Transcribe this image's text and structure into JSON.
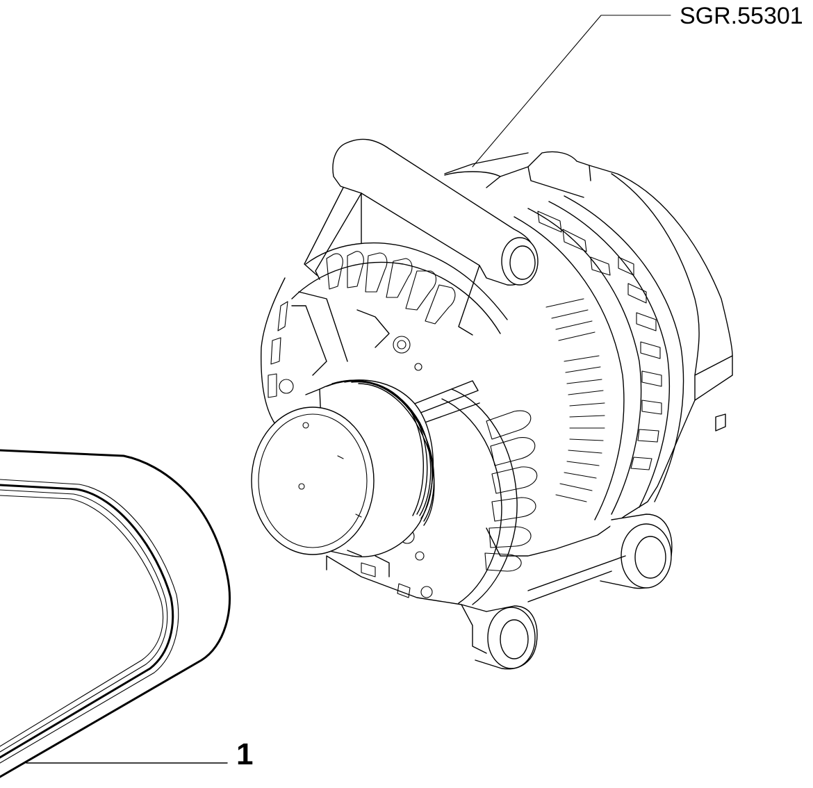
{
  "reference_code": "SGR.55301",
  "callouts": [
    {
      "number": "1",
      "part": "belt"
    }
  ],
  "icons": {
    "alternator": "alternator-drawing",
    "belt": "poly-v-belt-drawing"
  },
  "colors": {
    "line": "#000000",
    "background": "#ffffff"
  }
}
